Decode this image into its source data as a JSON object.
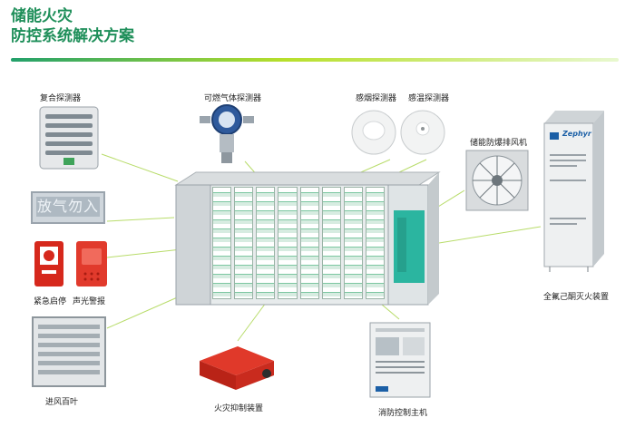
{
  "title": {
    "line1": "储能火灾",
    "line2": "防控系统解决方案"
  },
  "components": {
    "composite_detector": "复合探测器",
    "combustible_gas_detector": "可燃气体探测器",
    "smoke_detector": "感烟探测器",
    "heat_detector": "感温探测器",
    "exhaust_fan": "储能防爆排风机",
    "extinguisher_device": "全氟己酮灭火装置",
    "display_board_text": "放气勿入",
    "emergency_stop": "紧急启停",
    "sound_light_alarm": "声光警报",
    "intake_louver": "进风百叶",
    "fire_suppression_device": "火灾抑制装置",
    "fire_control_panel": "消防控制主机"
  },
  "cabinet": {
    "brand": "Zephyr"
  },
  "colors": {
    "accent_green": "#1f8f5a",
    "rule_start": "#22a06b",
    "rule_end": "#b7df2b",
    "leader_line": "#b8dc6a",
    "red_device": "#d6281c"
  }
}
